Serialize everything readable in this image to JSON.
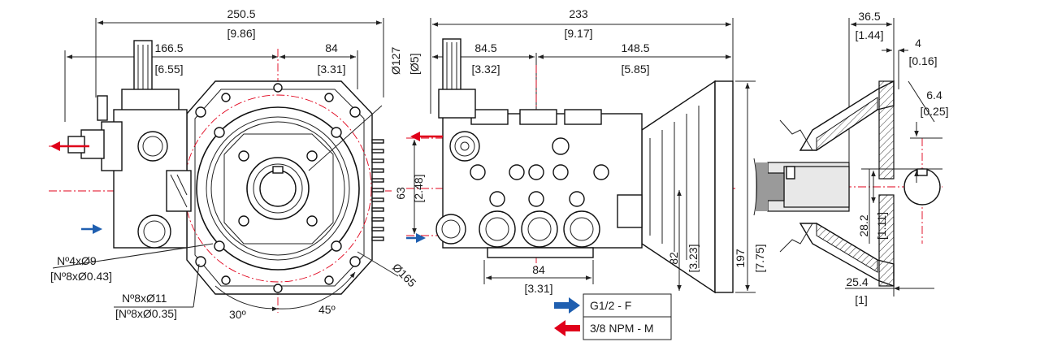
{
  "dimensions": {
    "front_width_mm": "250.5",
    "front_width_in": "[9.86]",
    "front_left_mm": "166.5",
    "front_left_in": "[6.55]",
    "front_right_mm": "84",
    "front_right_in": "[3.31]",
    "flange_dia_mm": "Ø127",
    "flange_dia_in": "[Ø5]",
    "bolt_circle_dia": "Ø165",
    "holes_small_mm": "Nº4xØ9",
    "holes_small_in": "[Nº8xØ0.43]",
    "holes_large_mm": "Nº8xØ11",
    "holes_large_in": "[Nº8xØ0.35]",
    "angle_a": "30º",
    "angle_b": "45º",
    "side_width_mm": "233",
    "side_width_in": "[9.17]",
    "side_left_mm": "84.5",
    "side_left_in": "[3.32]",
    "side_right_mm": "148.5",
    "side_right_in": "[5.85]",
    "side_height_mm": "63",
    "side_height_in": "[2.48]",
    "side_bottom_mm": "84",
    "side_bottom_in": "[3.31]",
    "side_h82_mm": "82",
    "side_h82_in": "[3.23]",
    "side_h197_mm": "197",
    "side_h197_in": "[7.75]",
    "shaft_len_mm": "36.5",
    "shaft_len_in": "[1.44]",
    "key_mm": "4",
    "key_in": "[0.16]",
    "key_h_mm": "6.4",
    "key_h_in": "[0.25]",
    "shaft_h_mm": "28.2",
    "shaft_h_in": "[1.11]",
    "shaft_dia_mm": "25.4",
    "shaft_dia_in": "[1]"
  },
  "legend": {
    "inlet_label": "G1/2 - F",
    "outlet_label": "3/8 NPM - M",
    "inlet_color": "#1f5fb0",
    "outlet_color": "#e0001a"
  }
}
